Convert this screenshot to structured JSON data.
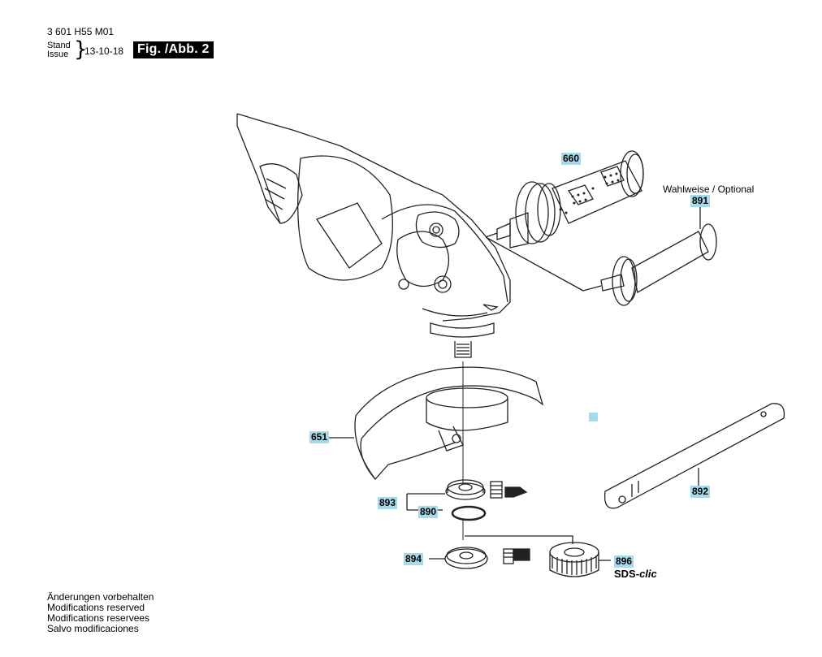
{
  "header": {
    "doc_number": "3 601 H55 M01",
    "stand_label": "Stand",
    "issue_label": "Issue",
    "issue_date": "13-10-18",
    "figure_label": "Fig. /Abb. 2"
  },
  "parts": {
    "p660": "660",
    "p891": "891",
    "p651": "651",
    "p893": "893",
    "p890": "890",
    "p894": "894",
    "p896": "896",
    "p892": "892"
  },
  "notes": {
    "optional": "Wahlweise / Optional",
    "sds_prefix": "SDS-",
    "sds_suffix": "clic"
  },
  "footer": {
    "line1": "Änderungen vorbehalten",
    "line2": "Modifications reserved",
    "line3": "Modifications reservees",
    "line4": "Salvo modificaciones"
  },
  "colors": {
    "label_highlight": "#a6d9ea",
    "figure_label_bg": "#000000"
  }
}
